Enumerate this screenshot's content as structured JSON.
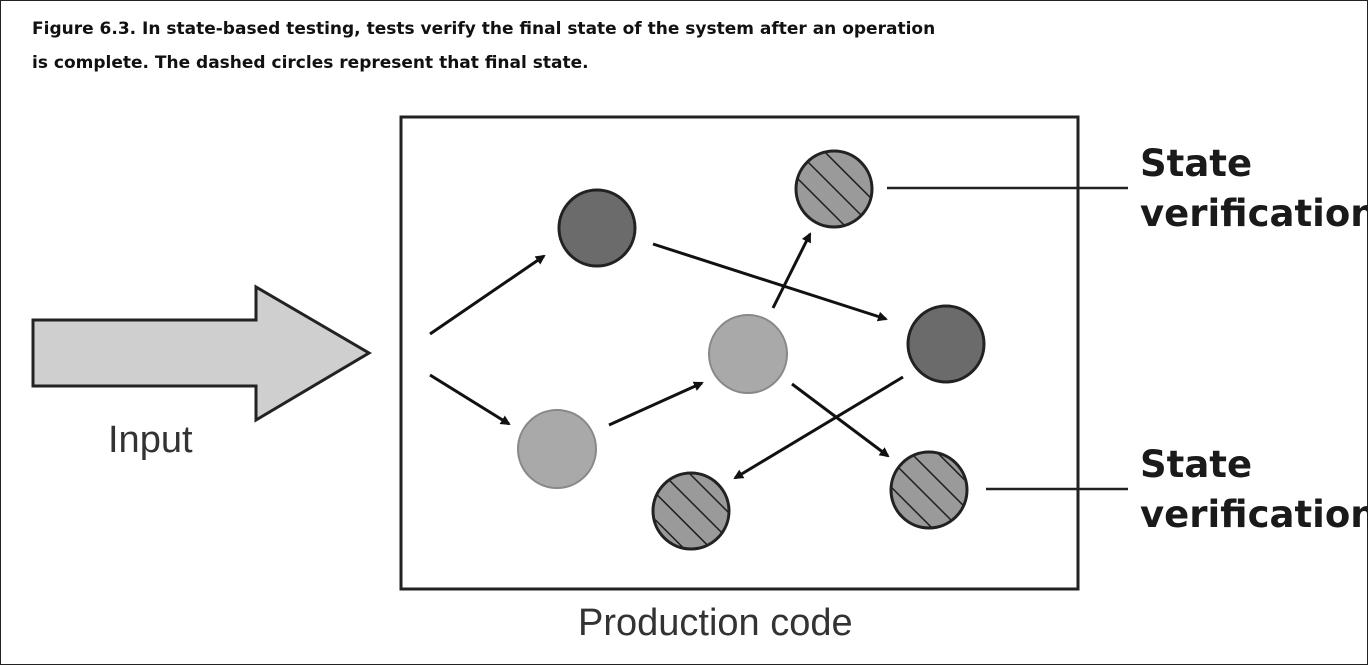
{
  "figure": {
    "caption_line1": "Figure 6.3. In state-based testing, tests verify the final state of the system after an operation",
    "caption_line2": "is complete. The dashed circles represent that final state."
  },
  "labels": {
    "input": "Input",
    "production_code": "Production code",
    "state_top_line1": "State",
    "state_top_line2": "verification",
    "state_bottom_line1": "State",
    "state_bottom_line2": "verification"
  },
  "colors": {
    "dark_node": "#6b6b6b",
    "light_node": "#a9a9a9",
    "hatched_node": "#9a9a9a",
    "arrow_fill": "#cfcfcf",
    "stroke": "#222222"
  }
}
